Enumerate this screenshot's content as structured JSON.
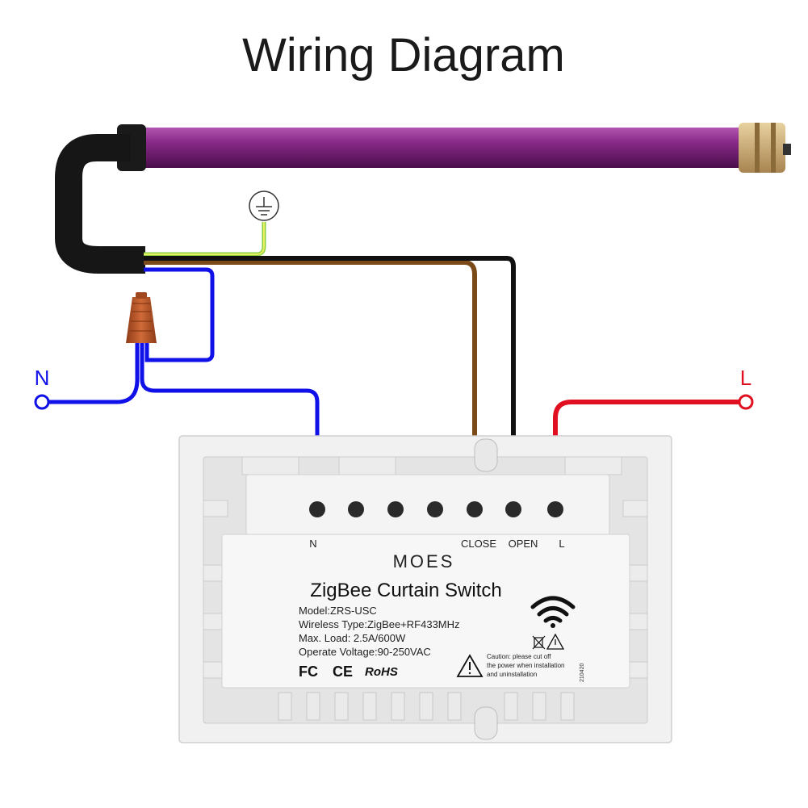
{
  "title": "Wiring Diagram",
  "terminals": {
    "neutral": "N",
    "live": "L"
  },
  "switch_terminals": {
    "n": "N",
    "close": "CLOSE",
    "open": "OPEN",
    "l": "L"
  },
  "label": {
    "brand": "MOES",
    "product": "ZigBee Curtain Switch",
    "model": "Model:ZRS-USC",
    "wireless": "Wireless Type:ZigBee+RF433MHz",
    "max_load": "Max. Load: 2.5A/600W",
    "voltage": "Operate Voltage:90-250VAC",
    "certs": {
      "fc": "FC",
      "ce": "CE",
      "rohs": "RoHS"
    },
    "caution_line1": "Caution: please cut off",
    "caution_line2": "the power when installation",
    "caution_line3": "and uninstallation",
    "batch": "210420"
  },
  "colors": {
    "neutral_wire": "#1010e8",
    "live_wire": "#e01020",
    "brown_wire": "#7a4a18",
    "black_wire": "#111111",
    "ground_wire": "#8ad040",
    "motor_tube": "#7a1f7a",
    "cable_jacket": "#161616",
    "wire_nut": "#b5532a"
  },
  "icons": {
    "ground": "ground-symbol-icon",
    "wifi": "wifi-icon",
    "warning": "warning-triangle-icon",
    "weee": "crossed-bin-icon"
  }
}
